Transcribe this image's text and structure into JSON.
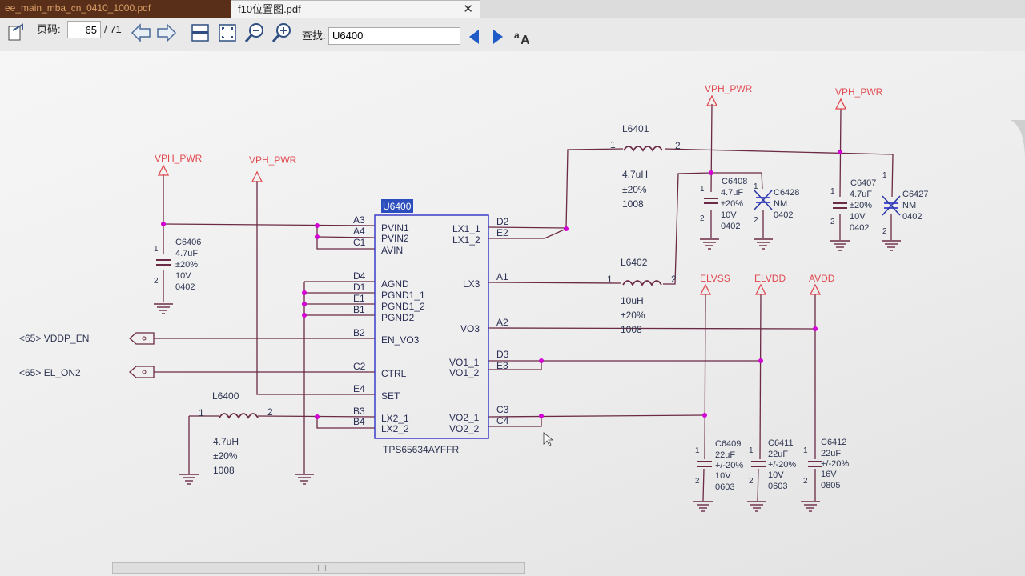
{
  "tabs": [
    {
      "label": "ee_main_mba_cn_0410_1000.pdf"
    },
    {
      "label": "f10位置图.pdf"
    }
  ],
  "toolbar": {
    "page_label": "页码:",
    "page_current": "65",
    "page_total": "/ 71",
    "find_label": "查找:",
    "find_value": "U6400"
  },
  "schematic": {
    "chip": {
      "ref": "U6400",
      "part": "TPS65634AYFFR",
      "left_pins": [
        {
          "ball": "A3",
          "name": "PVIN1"
        },
        {
          "ball": "A4",
          "name": "PVIN2"
        },
        {
          "ball": "C1",
          "name": "AVIN"
        },
        {
          "ball": "D4",
          "name": "AGND"
        },
        {
          "ball": "D1",
          "name": "PGND1_1"
        },
        {
          "ball": "E1",
          "name": "PGND1_2"
        },
        {
          "ball": "B1",
          "name": "PGND2"
        },
        {
          "ball": "B2",
          "name": "EN_VO3"
        },
        {
          "ball": "C2",
          "name": "CTRL"
        },
        {
          "ball": "E4",
          "name": "SET"
        },
        {
          "ball": "B3",
          "name": "LX2_1"
        },
        {
          "ball": "B4",
          "name": "LX2_2"
        }
      ],
      "right_pins": [
        {
          "ball": "D2",
          "name": "LX1_1"
        },
        {
          "ball": "E2",
          "name": "LX1_2"
        },
        {
          "ball": "A1",
          "name": "LX3"
        },
        {
          "ball": "A2",
          "name": "VO3"
        },
        {
          "ball": "D3",
          "name": "VO1_1"
        },
        {
          "ball": "E3",
          "name": "VO1_2"
        },
        {
          "ball": "C3",
          "name": "VO2_1"
        },
        {
          "ball": "C4",
          "name": "VO2_2"
        }
      ]
    },
    "power_labels": {
      "vph1": "VPH_PWR",
      "vph2": "VPH_PWR",
      "vph3": "VPH_PWR",
      "vph4": "VPH_PWR",
      "elvss": "ELVSS",
      "elvdd": "ELVDD",
      "avdd": "AVDD"
    },
    "signals": {
      "vddp_en": "<65> VDDP_EN",
      "el_on2": "<65> EL_ON2"
    },
    "inductors": {
      "l6400": {
        "ref": "L6400",
        "value": "4.7uH",
        "tol": "±20%",
        "pkg": "1008",
        "p1": "1",
        "p2": "2"
      },
      "l6401": {
        "ref": "L6401",
        "value": "4.7uH",
        "tol": "±20%",
        "pkg": "1008",
        "p1": "1",
        "p2": "2"
      },
      "l6402": {
        "ref": "L6402",
        "value": "10uH",
        "tol": "±20%",
        "pkg": "1008",
        "p1": "1",
        "p2": "2"
      }
    },
    "capacitors": {
      "c6406": {
        "ref": "C6406",
        "value": "4.7uF",
        "tol": "±20%",
        "volt": "10V",
        "pkg": "0402",
        "p1": "1",
        "p2": "2"
      },
      "c6408": {
        "ref": "C6408",
        "value": "4.7uF",
        "tol": "±20%",
        "volt": "10V",
        "pkg": "0402",
        "p1": "1",
        "p2": "2"
      },
      "c6428": {
        "ref": "C6428",
        "value": "NM",
        "pkg": "0402",
        "p1": "1",
        "p2": "2"
      },
      "c6407": {
        "ref": "C6407",
        "value": "4.7uF",
        "tol": "±20%",
        "volt": "10V",
        "pkg": "0402",
        "p1": "1",
        "p2": "2"
      },
      "c6427": {
        "ref": "C6427",
        "value": "NM",
        "pkg": "0402",
        "p1": "1",
        "p2": "2"
      },
      "c6409": {
        "ref": "C6409",
        "value": "22uF",
        "tol": "+/-20%",
        "volt": "10V",
        "pkg": "0603",
        "p1": "1",
        "p2": "2"
      },
      "c6411": {
        "ref": "C6411",
        "value": "22uF",
        "tol": "+/-20%",
        "volt": "10V",
        "pkg": "0603",
        "p1": "1",
        "p2": "2"
      },
      "c6412": {
        "ref": "C6412",
        "value": "22uF",
        "tol": "+/-20%",
        "volt": "16V",
        "pkg": "0805",
        "p1": "1",
        "p2": "2"
      }
    }
  },
  "colors": {
    "wire": "#6b2a45",
    "text": "#2d3550",
    "pin_text": "#2a2e55",
    "red": "#e04a50",
    "chip": "#3b3ec8",
    "junction": "#d300d3",
    "highlight": "#2b4dbd"
  }
}
